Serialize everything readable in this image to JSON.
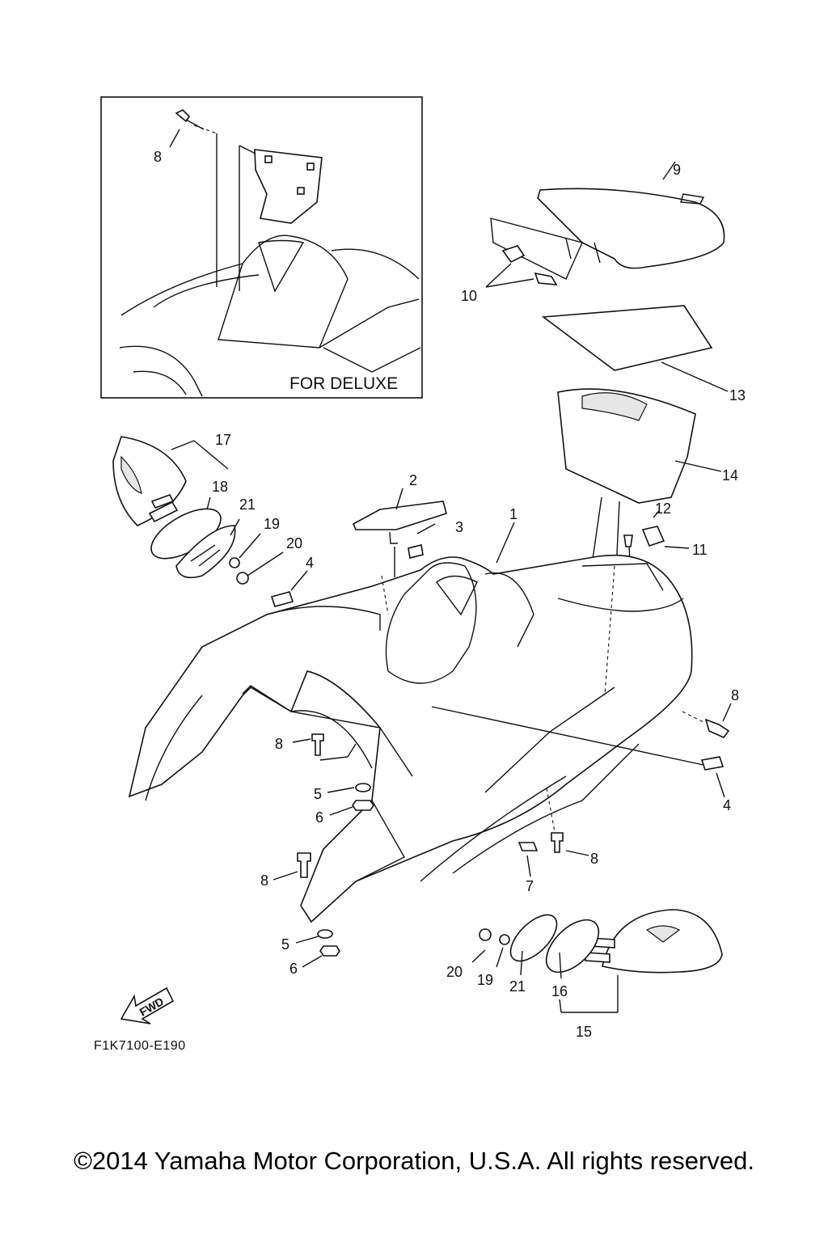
{
  "inset": {
    "caption": "FOR DELUXE",
    "callouts": [
      "8"
    ]
  },
  "callouts": [
    "1",
    "2",
    "3",
    "4",
    "4",
    "5",
    "5",
    "6",
    "6",
    "7",
    "8",
    "8",
    "8",
    "8",
    "9",
    "10",
    "11",
    "12",
    "13",
    "14",
    "15",
    "16",
    "17",
    "18",
    "19",
    "19",
    "20",
    "20",
    "21",
    "21"
  ],
  "fwd_label": "FWD",
  "figure_code": "F1K7100-E190",
  "copyright": "©2014 Yamaha Motor Corporation, U.S.A. All rights reserved."
}
